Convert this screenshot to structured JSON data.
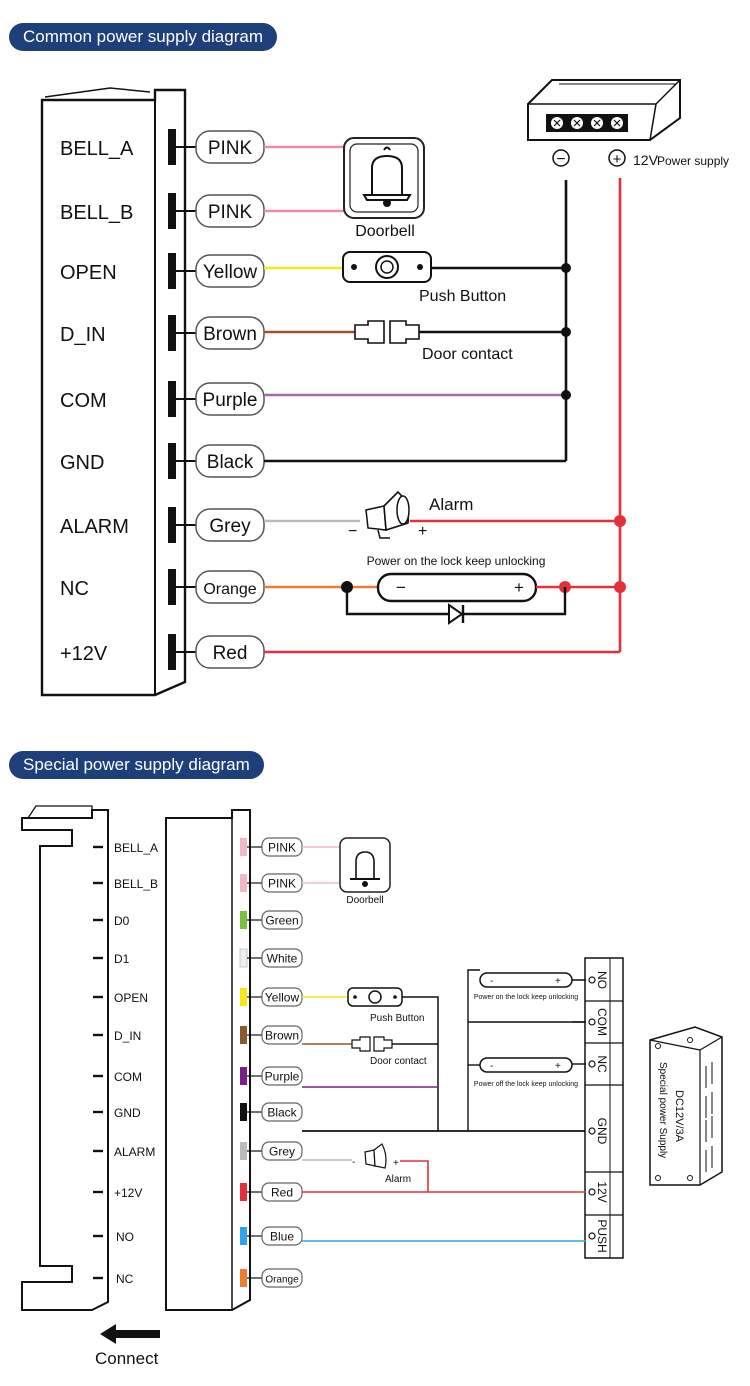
{
  "section1": {
    "title": "Common power supply diagram",
    "terminals": [
      "BELL_A",
      "BELL_B",
      "OPEN",
      "D_IN",
      "COM",
      "GND",
      "ALARM",
      "NC",
      "+12V"
    ],
    "wires": [
      "PINK",
      "PINK",
      "Yellow",
      "Brown",
      "Purple",
      "Black",
      "Grey",
      "Orange",
      "Red"
    ],
    "wire_colors": [
      "#e88aa8",
      "#e88aa8",
      "#f5e71c",
      "#a0522d",
      "#a26bb0",
      "#111111",
      "#bbbbbb",
      "#ef7d31",
      "#e3303a"
    ],
    "doorbell": "Doorbell",
    "push_button": "Push Button",
    "door_contact": "Door contact",
    "alarm": "Alarm",
    "lock_note": "Power on the lock keep unlocking",
    "minus": "−",
    "plus": "+",
    "psu_voltage": "12V",
    "psu_label": "Power supply"
  },
  "section2": {
    "title": "Special power supply diagram",
    "terminals": [
      "BELL_A",
      "BELL_B",
      "D0",
      "D1",
      "OPEN",
      "D_IN",
      "COM",
      "GND",
      "ALARM",
      "+12V",
      "NO",
      "NC"
    ],
    "wires": [
      "PINK",
      "PINK",
      "Green",
      "White",
      "Yellow",
      "Brown",
      "Purple",
      "Black",
      "Grey",
      "Red",
      "Blue",
      "Orange"
    ],
    "wire_colors": [
      "#f2b8c6",
      "#f2b8c6",
      "#7ac142",
      "#eeeeee",
      "#f5e71c",
      "#8b5a2b",
      "#7b1f8a",
      "#111111",
      "#bbbbbb",
      "#e3303a",
      "#2fa4e7",
      "#ef7d31"
    ],
    "doorbell": "Doorbell",
    "push_button": "Push Button",
    "door_contact": "Door contact",
    "alarm": "Alarm",
    "lock_on_note": "Power on the lock keep unlocking",
    "lock_off_note": "Power off the lock keep unlocking",
    "controller_terminals": [
      "NO",
      "COM",
      "NC",
      "GND",
      "12V",
      "PUSH"
    ],
    "psu_line1": "DC12V/3A",
    "psu_line2": "Special power Supply",
    "connect": "Connect"
  }
}
